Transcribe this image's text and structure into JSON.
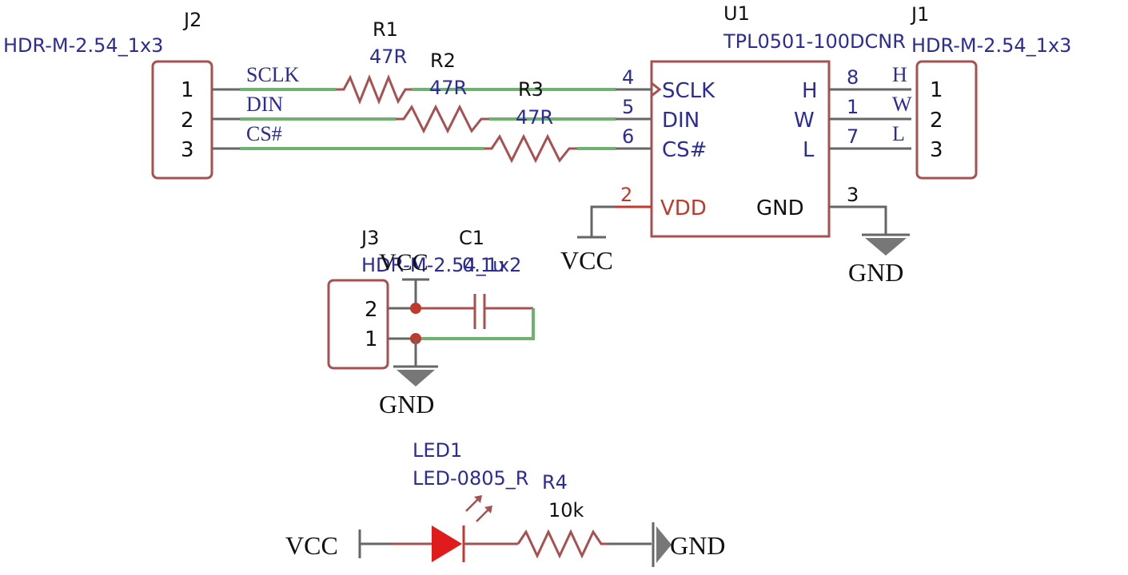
{
  "j2": {
    "ref": "J2",
    "value": "HDR-M-2.54_1x3",
    "pins": [
      "1",
      "2",
      "3"
    ]
  },
  "r1": {
    "ref": "R1",
    "value": "47R"
  },
  "r2": {
    "ref": "R2",
    "value": "47R"
  },
  "r3": {
    "ref": "R3",
    "value": "47R"
  },
  "nets_left": [
    "SCLK",
    "DIN",
    "CS#"
  ],
  "u1": {
    "ref": "U1",
    "value": "TPL0501-100DCNR",
    "left_pins": [
      {
        "num": "4",
        "name": "SCLK"
      },
      {
        "num": "5",
        "name": "DIN"
      },
      {
        "num": "6",
        "name": "CS#"
      }
    ],
    "right_pins": [
      {
        "num": "8",
        "name": "H"
      },
      {
        "num": "1",
        "name": "W"
      },
      {
        "num": "7",
        "name": "L"
      }
    ],
    "vdd": {
      "num": "2",
      "name": "VDD"
    },
    "gnd": {
      "num": "3",
      "name": "GND"
    }
  },
  "nets_right": [
    "H",
    "W",
    "L"
  ],
  "j1": {
    "ref": "J1",
    "value": "HDR-M-2.54_1x3",
    "pins": [
      "1",
      "2",
      "3"
    ]
  },
  "j3": {
    "ref": "J3",
    "value": "HDR-M-2.54_1x2",
    "pins": [
      "2",
      "1"
    ]
  },
  "c1": {
    "ref": "C1",
    "value": "0.1u"
  },
  "led1": {
    "ref": "LED1",
    "value": "LED-0805_R"
  },
  "r4": {
    "ref": "R4",
    "value": "10k"
  },
  "power": {
    "vcc": "VCC",
    "gnd": "GND"
  }
}
